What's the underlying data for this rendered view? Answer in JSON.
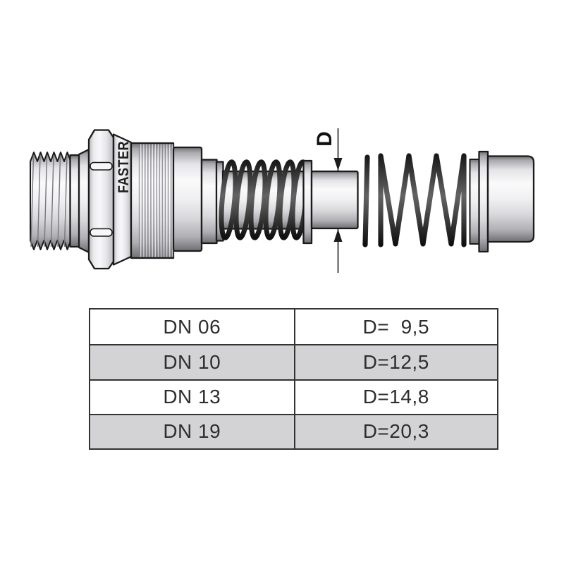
{
  "illustration": {
    "brand_label": "FASTER",
    "dimension_label": "D"
  },
  "table": {
    "rows": [
      {
        "size": "DN 06",
        "value": "D=  9,5"
      },
      {
        "size": "DN 10",
        "value": "D=12,5"
      },
      {
        "size": "DN 13",
        "value": "D=14,8"
      },
      {
        "size": "DN 19",
        "value": "D=20,3"
      }
    ]
  },
  "colors": {
    "background": "#ffffff",
    "outline": "#1b1b1b",
    "table_line": "#333333",
    "table_alt_row": "#d3d3d6",
    "table_text": "#2e2e2e",
    "spring_dark": "#1a1a1a"
  }
}
